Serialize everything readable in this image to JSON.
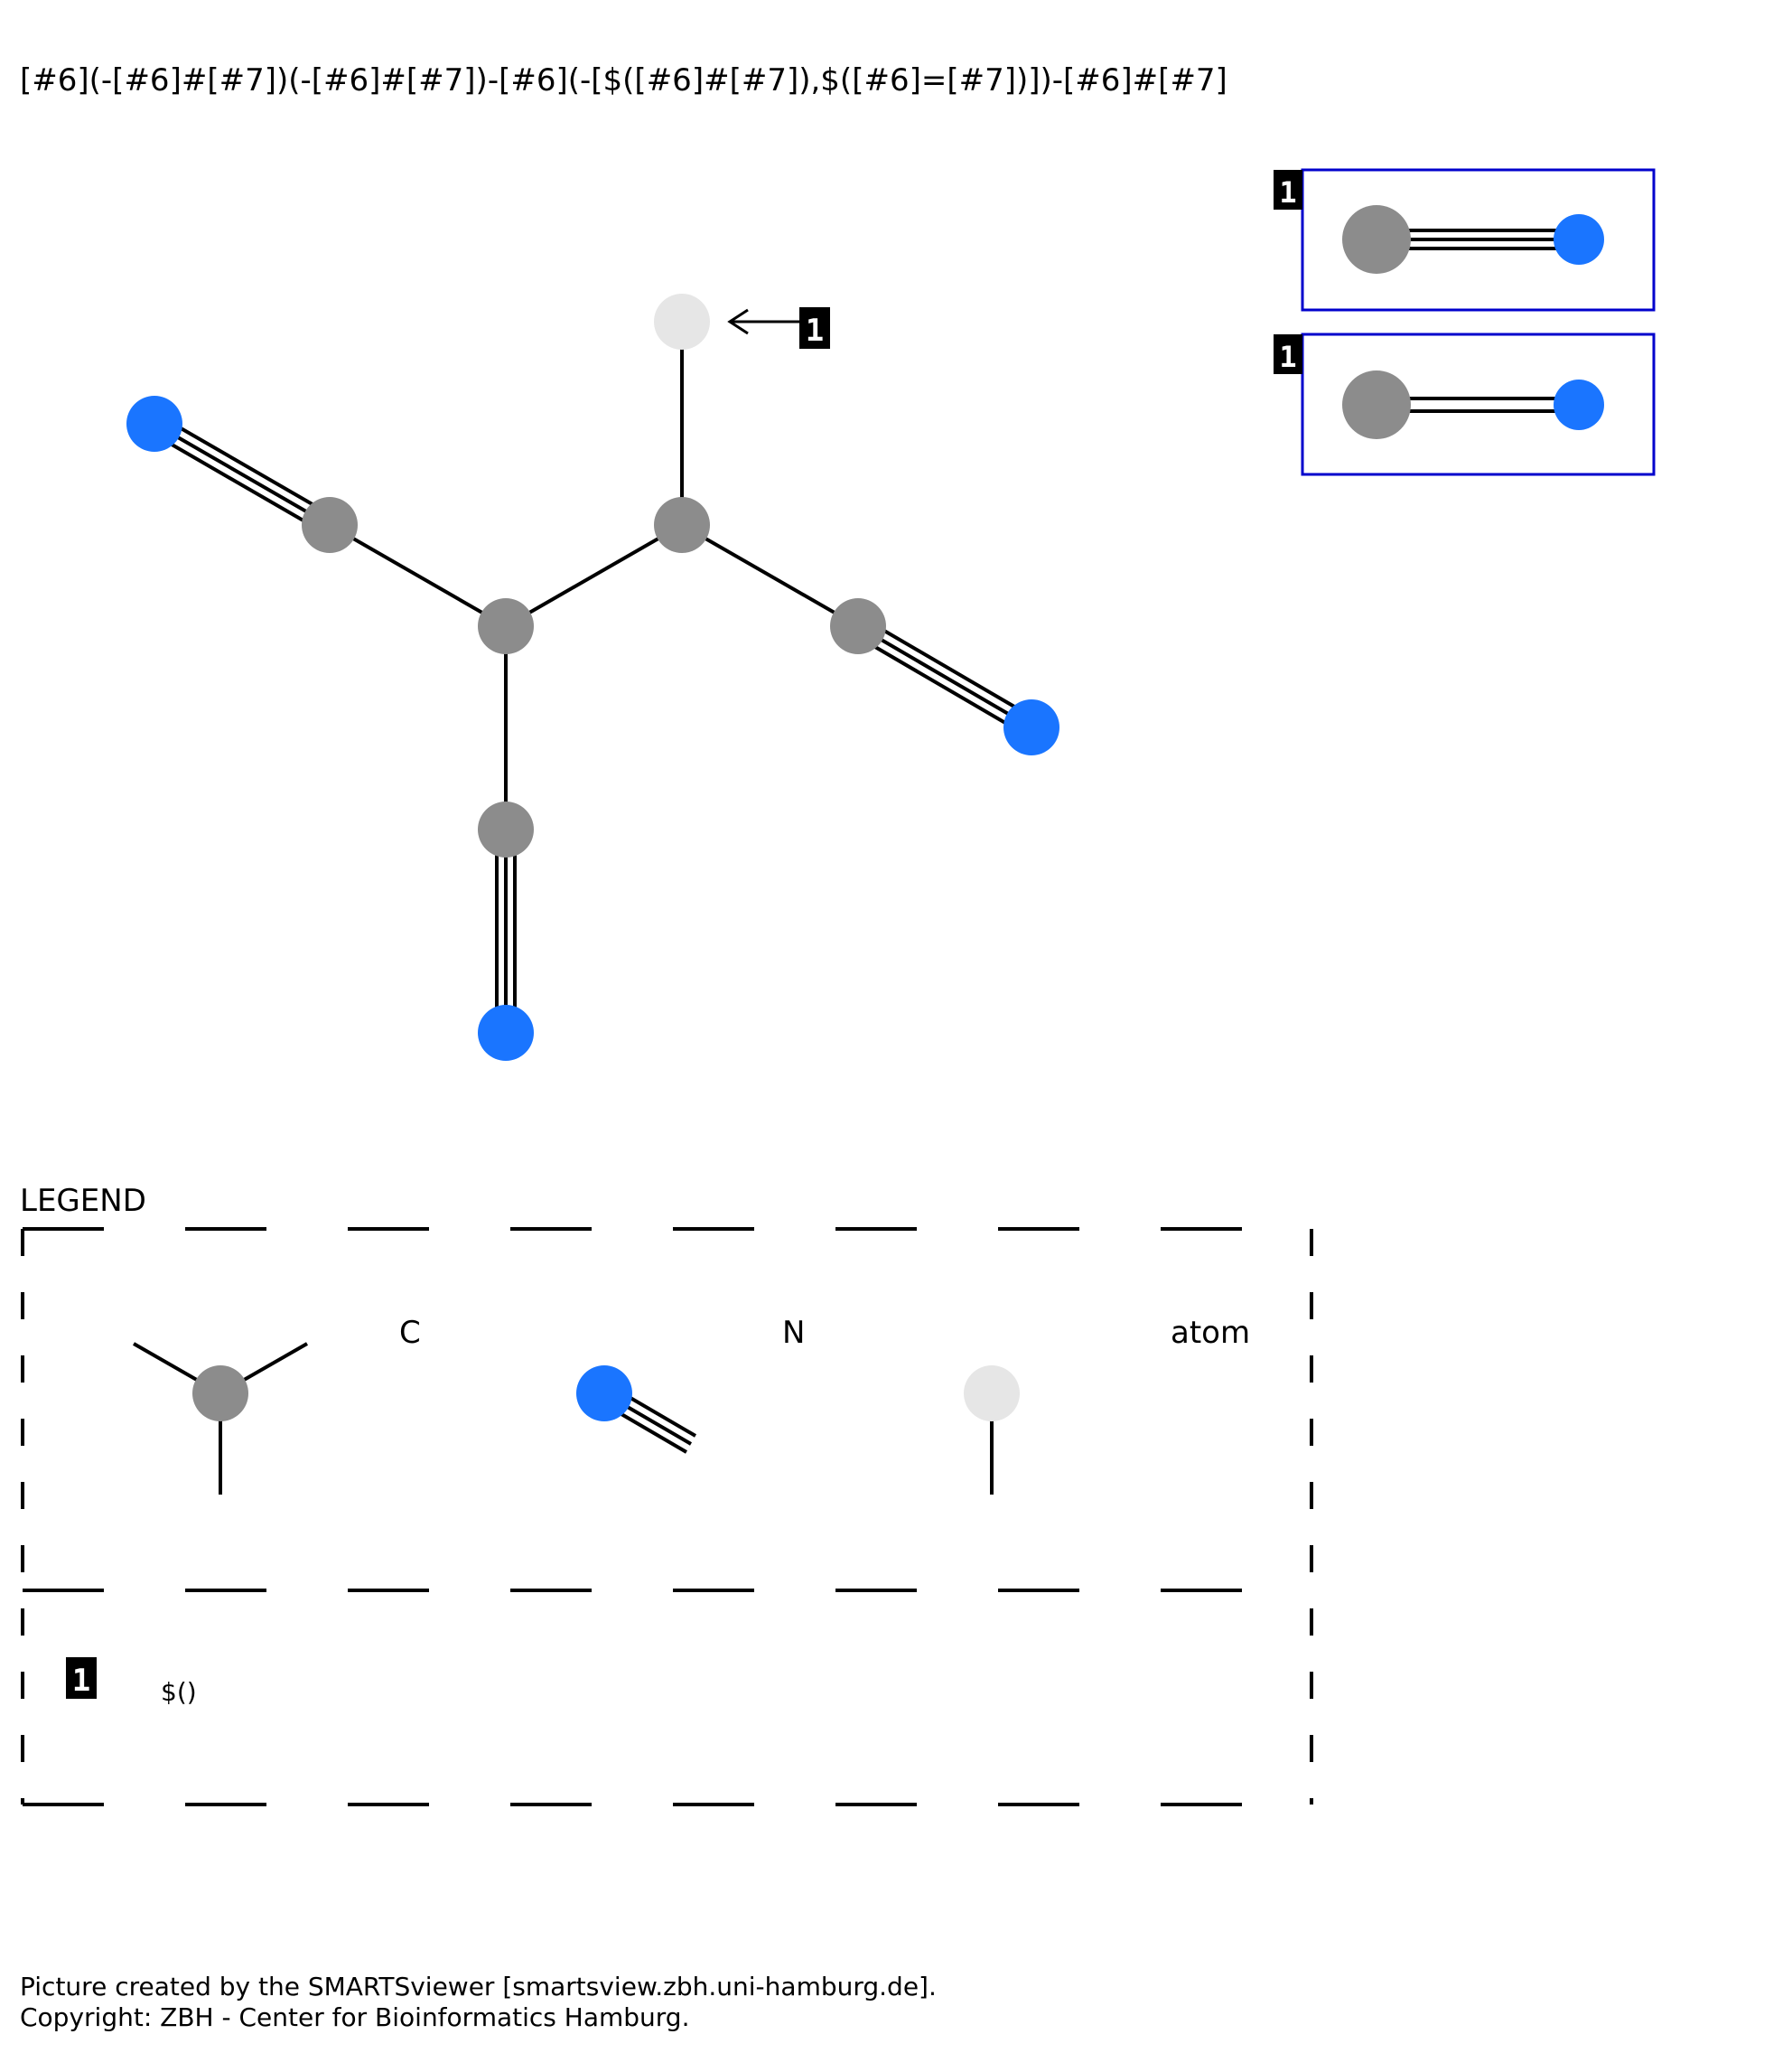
{
  "smarts": "[#6](-[#6]#[#7])(-[#6]#[#7])-[#6](-[$([#6]#[#7]),$([#6]=[#7])])-[#6]#[#7]",
  "recursive_tag": "1",
  "legend": {
    "title": "LEGEND",
    "atoms": [
      {
        "label": "C",
        "color": "#8c8c8c"
      },
      {
        "label": "N",
        "color": "#1a75ff"
      },
      {
        "label": "atom",
        "color": "#e6e6e6"
      }
    ],
    "recursive_tag": "1",
    "recursive_label": "$()"
  },
  "recursive_patterns": [
    {
      "tag": "1",
      "bond": "triple",
      "atoms": [
        "C",
        "N"
      ]
    },
    {
      "tag": "1",
      "bond": "double",
      "atoms": [
        "C",
        "N"
      ]
    }
  ],
  "footer": {
    "line1": "Picture created by the SMARTSviewer [smartsview.zbh.uni-hamburg.de].",
    "line2": "Copyright: ZBH - Center for Bioinformatics Hamburg."
  },
  "colors": {
    "carbon": "#8c8c8c",
    "nitrogen": "#1a75ff",
    "any_atom": "#e6e6e6",
    "box_border": "#0000cc"
  }
}
